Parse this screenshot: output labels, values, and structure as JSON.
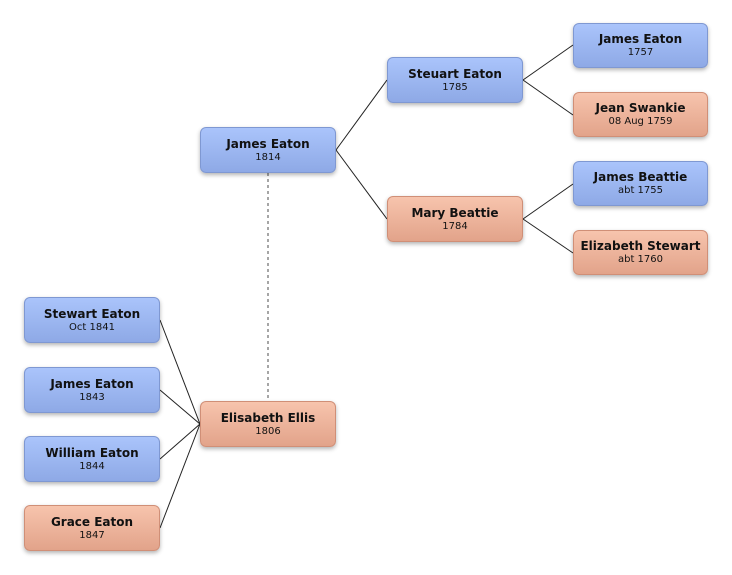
{
  "people": {
    "james_eaton_1814": {
      "name": "James Eaton",
      "date": "1814",
      "sex": "male"
    },
    "steuart_eaton": {
      "name": "Steuart Eaton",
      "date": "1785",
      "sex": "male"
    },
    "mary_beattie": {
      "name": "Mary Beattie",
      "date": "1784",
      "sex": "female"
    },
    "james_eaton_1757": {
      "name": "James Eaton",
      "date": "1757",
      "sex": "male"
    },
    "jean_swankie": {
      "name": "Jean Swankie",
      "date": "08 Aug 1759",
      "sex": "female"
    },
    "james_beattie": {
      "name": "James Beattie",
      "date": "abt 1755",
      "sex": "male"
    },
    "elizabeth_stewart": {
      "name": "Elizabeth Stewart",
      "date": "abt 1760",
      "sex": "female"
    },
    "elisabeth_ellis": {
      "name": "Elisabeth Ellis",
      "date": "1806",
      "sex": "female"
    },
    "stewart_eaton": {
      "name": "Stewart Eaton",
      "date": "Oct 1841",
      "sex": "male"
    },
    "james_eaton_1843": {
      "name": "James Eaton",
      "date": "1843",
      "sex": "male"
    },
    "william_eaton": {
      "name": "William Eaton",
      "date": "1844",
      "sex": "male"
    },
    "grace_eaton": {
      "name": "Grace Eaton",
      "date": "1847",
      "sex": "female"
    }
  },
  "relations": {
    "parents": [
      {
        "child": "james_eaton_1814",
        "parents": [
          "steuart_eaton",
          "mary_beattie"
        ]
      },
      {
        "child": "steuart_eaton",
        "parents": [
          "james_eaton_1757",
          "jean_swankie"
        ]
      },
      {
        "child": "mary_beattie",
        "parents": [
          "james_beattie",
          "elizabeth_stewart"
        ]
      }
    ],
    "spouses": [
      [
        "james_eaton_1814",
        "elisabeth_ellis"
      ]
    ],
    "children_of_couple": [
      "stewart_eaton",
      "james_eaton_1843",
      "william_eaton",
      "grace_eaton"
    ]
  },
  "colors": {
    "male": "#9bb6f0",
    "female": "#eeb39b",
    "line": "#222222",
    "spouse_line": "#888888"
  }
}
